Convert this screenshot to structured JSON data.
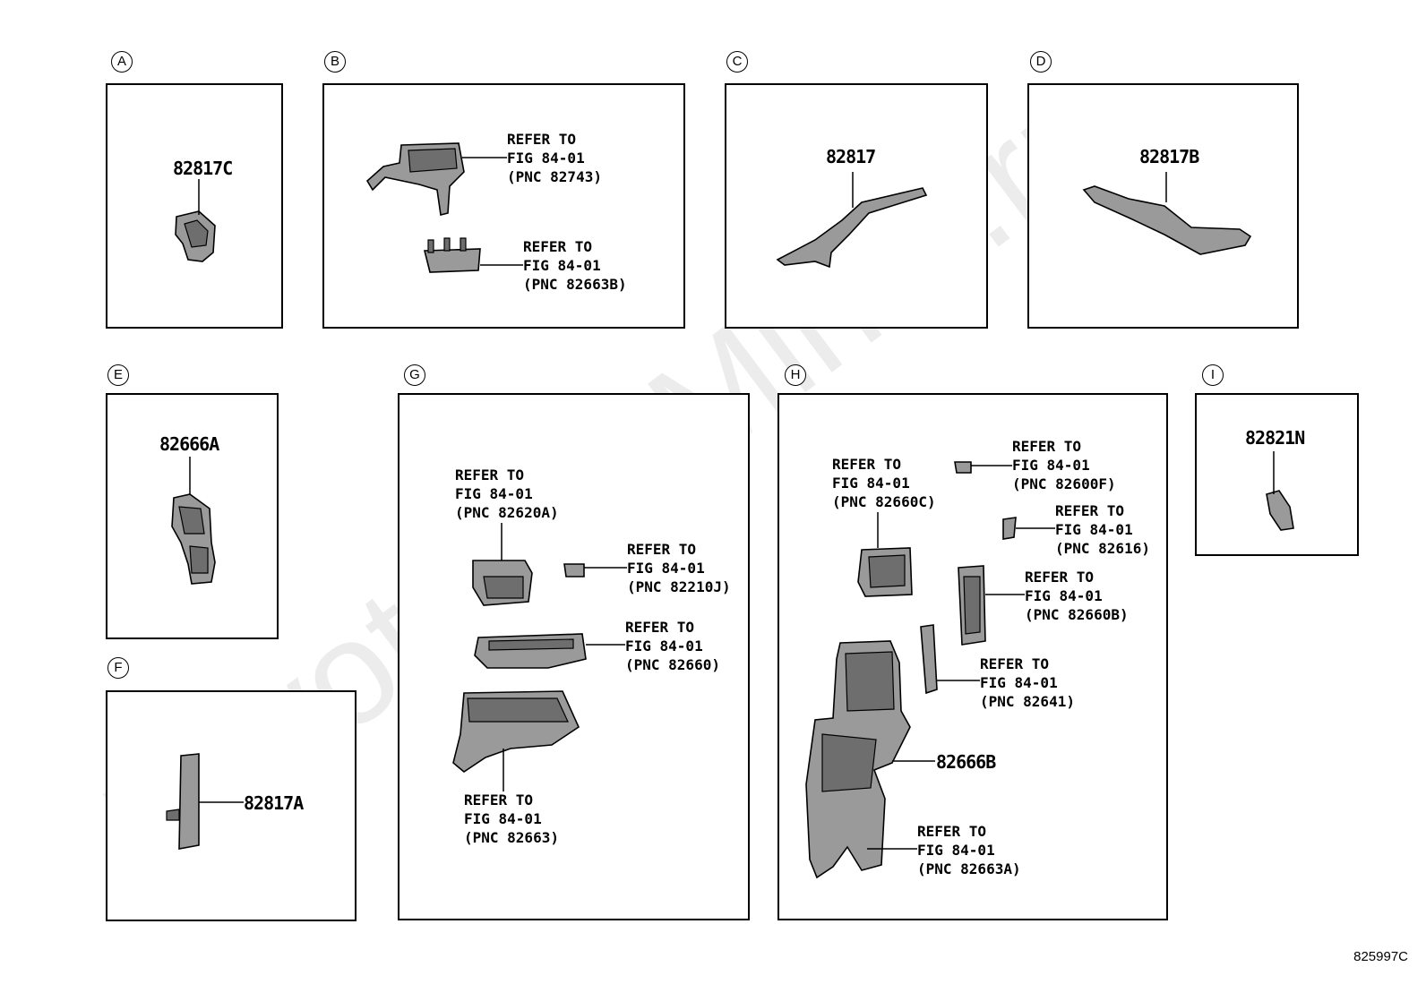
{
  "figure_id": "825997C",
  "watermark": "ToyotaCarMiner.ru",
  "panels": {
    "A": {
      "letter": "A",
      "parts": [
        "82817C"
      ]
    },
    "B": {
      "letter": "B",
      "refs": [
        {
          "line1": "REFER TO",
          "line2": "FIG 84-01",
          "line3": "(PNC 82743)"
        },
        {
          "line1": "REFER TO",
          "line2": "FIG 84-01",
          "line3": "(PNC 82663B)"
        }
      ]
    },
    "C": {
      "letter": "C",
      "parts": [
        "82817"
      ]
    },
    "D": {
      "letter": "D",
      "parts": [
        "82817B"
      ]
    },
    "E": {
      "letter": "E",
      "parts": [
        "82666A"
      ]
    },
    "F": {
      "letter": "F",
      "parts": [
        "82817A"
      ]
    },
    "G": {
      "letter": "G",
      "refs": [
        {
          "line1": "REFER TO",
          "line2": "FIG 84-01",
          "line3": "(PNC 82620A)"
        },
        {
          "line1": "REFER TO",
          "line2": "FIG 84-01",
          "line3": "(PNC 82210J)"
        },
        {
          "line1": "REFER TO",
          "line2": "FIG 84-01",
          "line3": "(PNC 82660)"
        },
        {
          "line1": "REFER TO",
          "line2": "FIG 84-01",
          "line3": "(PNC 82663)"
        }
      ]
    },
    "H": {
      "letter": "H",
      "parts": [
        "82666B"
      ],
      "refs": [
        {
          "line1": "REFER TO",
          "line2": "FIG 84-01",
          "line3": "(PNC 82660C)"
        },
        {
          "line1": "REFER TO",
          "line2": "FIG 84-01",
          "line3": "(PNC 82600F)"
        },
        {
          "line1": "REFER TO",
          "line2": "FIG 84-01",
          "line3": "(PNC 82616)"
        },
        {
          "line1": "REFER TO",
          "line2": "FIG 84-01",
          "line3": "(PNC 82660B)"
        },
        {
          "line1": "REFER TO",
          "line2": "FIG 84-01",
          "line3": "(PNC 82641)"
        },
        {
          "line1": "REFER TO",
          "line2": "FIG 84-01",
          "line3": "(PNC 82663A)"
        }
      ]
    },
    "I": {
      "letter": "I",
      "parts": [
        "82821N"
      ]
    }
  }
}
